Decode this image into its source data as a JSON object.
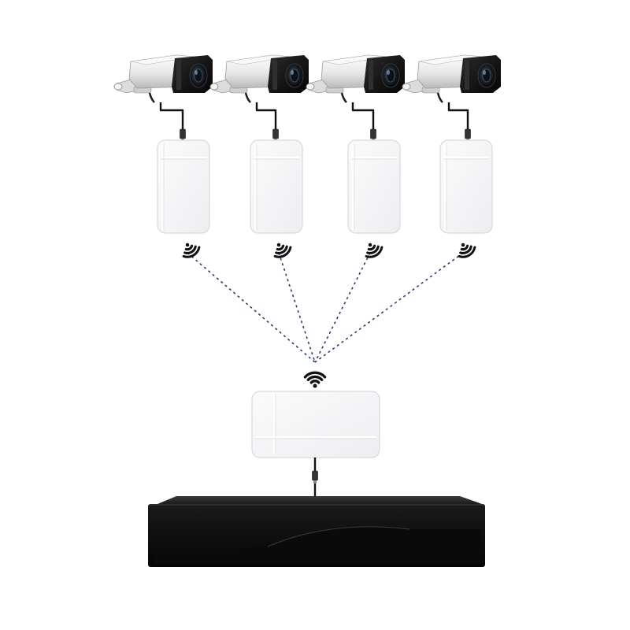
{
  "diagram": {
    "cameras": [
      {
        "id": "camera-1"
      },
      {
        "id": "camera-2"
      },
      {
        "id": "camera-3"
      },
      {
        "id": "camera-4"
      }
    ],
    "transmitters": [
      {
        "id": "transmitter-1"
      },
      {
        "id": "transmitter-2"
      },
      {
        "id": "transmitter-3"
      },
      {
        "id": "transmitter-4"
      }
    ],
    "receiver": {
      "id": "receiver"
    },
    "recorder": {
      "id": "nvr-recorder"
    },
    "colors": {
      "background": "#ffffff",
      "camera_body": "#eeeeee",
      "camera_front": "#161616",
      "bridge_fill": "#f2f2f4",
      "bridge_stroke": "#d9d9de",
      "cable": "#111111",
      "wireless_link": "#2e3a6e",
      "wifi_icon": "#111111",
      "nvr_body": "#111111",
      "nvr_top": "#2b2b2b"
    },
    "icons": [
      "wifi-icon",
      "camera-icon",
      "bridge-icon",
      "nvr-icon"
    ]
  }
}
